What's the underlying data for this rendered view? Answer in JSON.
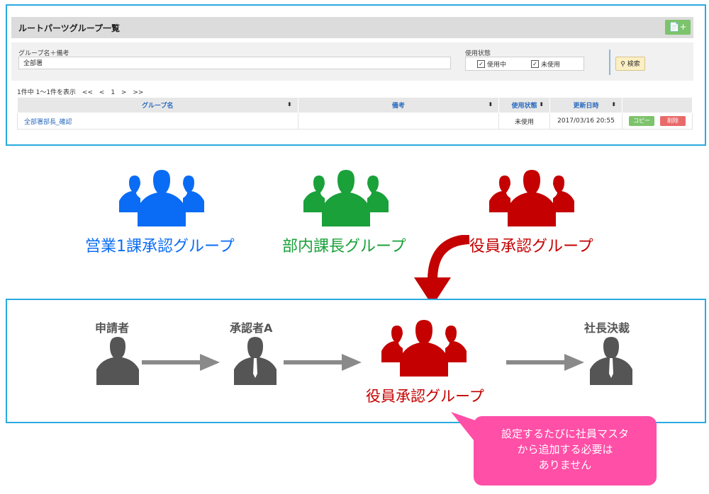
{
  "list_ui": {
    "title": "ルートパーツグループ一覧",
    "add_icon": "file-plus-icon",
    "search": {
      "name_label": "グループ名＋備考",
      "name_value": "全部署",
      "status_label": "使用状態",
      "status_options": [
        {
          "label": "使用中",
          "checked": true
        },
        {
          "label": "未使用",
          "checked": true
        }
      ],
      "button_label": "検索"
    },
    "pager": {
      "summary": "1件中 1〜1件を表示",
      "nav": [
        "<<",
        "<",
        "1",
        ">",
        ">>"
      ]
    },
    "table": {
      "headers": [
        "グループ名",
        "備考",
        "使用状態",
        "更新日時"
      ],
      "rows": [
        {
          "name": "全部署部長_確認",
          "note": "",
          "status": "未使用",
          "updated": "2017/03/16 20:55",
          "copy_label": "コピー",
          "delete_label": "削除"
        }
      ]
    }
  },
  "groups": [
    {
      "label": "営業1課承認グループ",
      "color": "#0a6cf5"
    },
    {
      "label": "部内課長グループ",
      "color": "#1aa13a"
    },
    {
      "label": "役員承認グループ",
      "color": "#c40000"
    }
  ],
  "flow": {
    "steps": [
      {
        "label": "申請者"
      },
      {
        "label": "承認者A"
      },
      {
        "label": "役員承認グループ"
      },
      {
        "label": "社長決裁"
      }
    ],
    "step_color": "#555555",
    "arrow_color": "#8a8a8a",
    "highlight_color": "#c40000"
  },
  "callout": {
    "lines": [
      "設定するたびに社員マスタ",
      "から追加する必要は",
      "ありません"
    ],
    "color": "#ff4fa7"
  }
}
